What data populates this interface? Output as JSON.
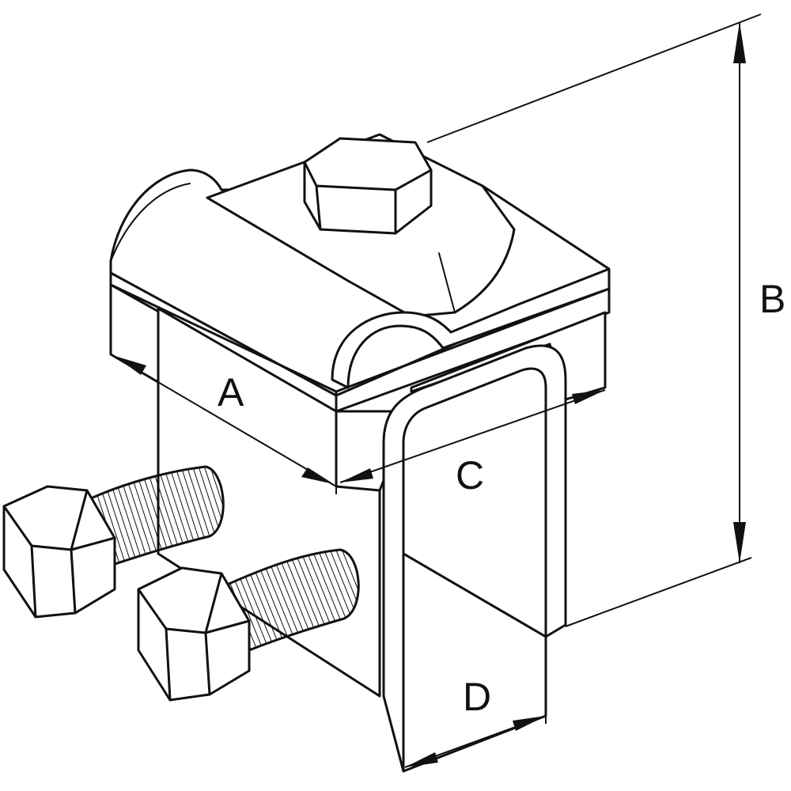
{
  "figure": {
    "labels": {
      "a": "A",
      "b": "B",
      "c": "C",
      "d": "D"
    },
    "line_color": "#111111",
    "background_color": "#ffffff"
  }
}
